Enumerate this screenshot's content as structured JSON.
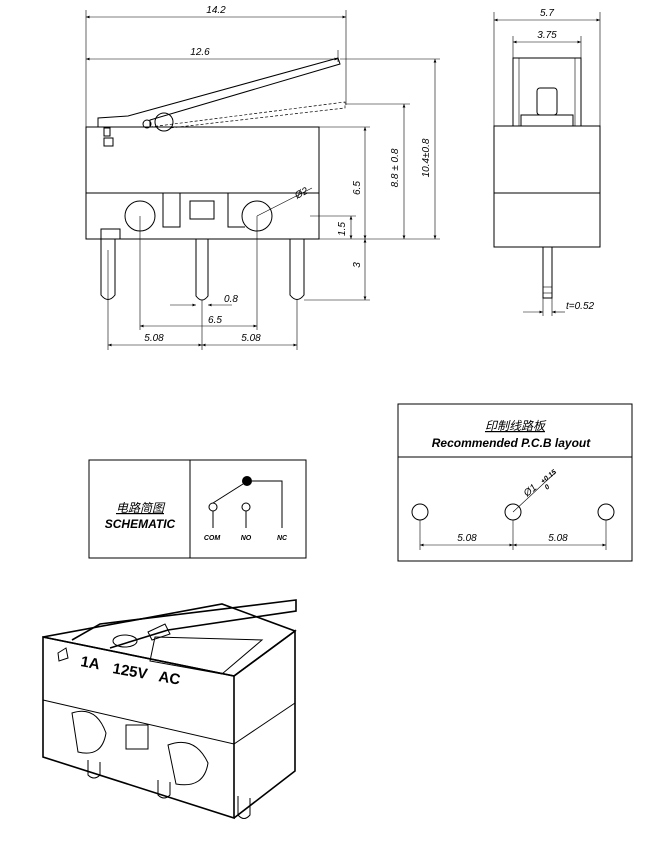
{
  "front_view": {
    "dim_overall_length": "14.2",
    "dim_lever_length": "12.6",
    "dim_body_height": "6.5",
    "dim_mount_hole_height": "1.5",
    "dim_terminal_length": "3",
    "dim_free_height": "8.8 ± 0.8",
    "dim_overall_height": "10.4±0.8",
    "dim_hole_diameter": "Ø2",
    "dim_terminal_width": "0.8",
    "dim_center_span": "6.5",
    "dim_pitch_left": "5.08",
    "dim_pitch_right": "5.08"
  },
  "side_view": {
    "dim_width": "5.7",
    "dim_plunger_width": "3.75",
    "dim_thickness": "t=0.52"
  },
  "schematic": {
    "title_cn": "电路简图",
    "title_en": "SCHEMATIC",
    "pin_com": "COM",
    "pin_no": "NO",
    "pin_nc": "NC"
  },
  "pcb": {
    "title_cn": "印制线路板",
    "title_en": "Recommended P.C.B layout",
    "hole_diameter": "Ø1",
    "hole_tol_upper": "+0.15",
    "hole_tol_lower": "0",
    "pitch_left": "5.08",
    "pitch_right": "5.08"
  },
  "iso_view": {
    "rating_current": "1A",
    "rating_voltage": "125V",
    "rating_type": "AC"
  }
}
